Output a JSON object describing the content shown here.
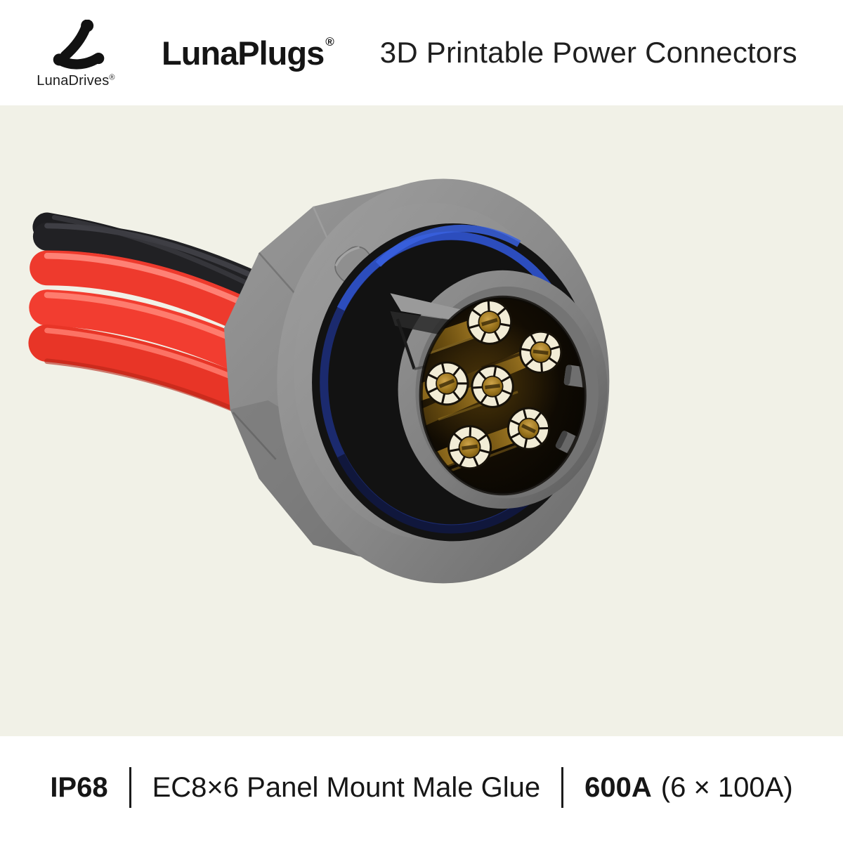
{
  "header": {
    "logo": {
      "brand": "LunaDrives",
      "registered": "®"
    },
    "product_line": "LunaPlugs",
    "product_line_registered": "®",
    "tagline": "3D Printable Power Connectors"
  },
  "footer": {
    "ip_rating": "IP68",
    "product_name": "EC8×6 Panel Mount Male Glue",
    "current_rating": "600A",
    "current_breakdown": "(6 × 100A)"
  },
  "colors": {
    "background": "#f1f1e7",
    "panel_white": "#ffffff",
    "text": "#161616",
    "cable_red": "#f23d30",
    "cable_black": "#1d1d20",
    "seal_blue": "#2b4ac2",
    "contact_gold": "#a3791c",
    "crown_white": "#f2ecd6",
    "body_gray": "#8a8a8a"
  }
}
